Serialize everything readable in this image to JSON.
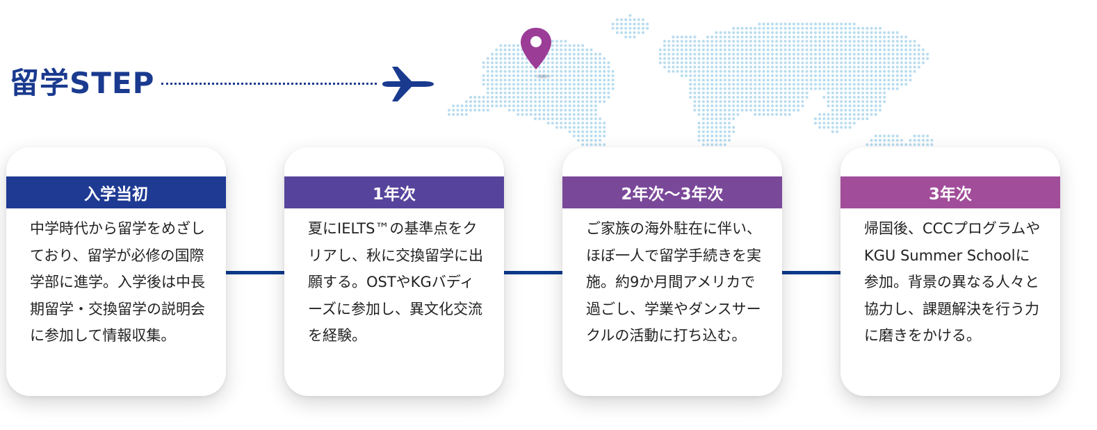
{
  "header": {
    "title": "留学STEP",
    "plane_icon": "airplane-icon",
    "pin_icon": "map-pin-icon"
  },
  "colors": {
    "title": "#1a3a8f",
    "connector": "#0d3a8c",
    "map_dots": "#b9dcef",
    "pin": "#9b3c97",
    "header_1": "#1f3a93",
    "header_2": "#56449c",
    "header_3": "#7a4899",
    "header_4": "#a14d9a"
  },
  "steps": [
    {
      "label": "入学当初",
      "text": "中学時代から留学をめざしており、留学が必修の国際学部に進学。入学後は中長期留学・交換留学の説明会に参加して情報収集。"
    },
    {
      "label": "1年次",
      "text": "夏にIELTS™の基準点をクリアし、秋に交換留学に出願する。OSTやKGバディーズに参加し、異文化交流を経験。"
    },
    {
      "label": "2年次〜3年次",
      "text": "ご家族の海外駐在に伴い、ほぼ一人で留学手続きを実施。約9か月間アメリカで過ごし、学業やダンスサークルの活動に打ち込む。"
    },
    {
      "label": "3年次",
      "text": "帰国後、CCCプログラムやKGU Summer Schoolに参加。背景の異なる人々と協力し、課題解決を行う力に磨きをかける。"
    }
  ]
}
